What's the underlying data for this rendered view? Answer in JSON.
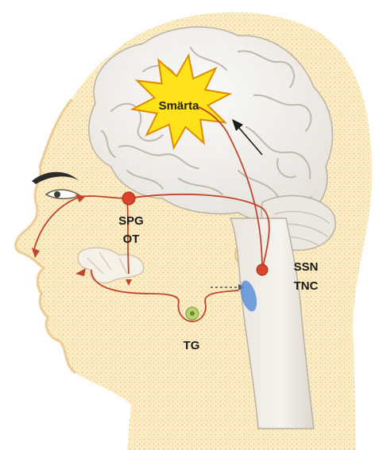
{
  "labels": {
    "pain": "Smärta",
    "spg": "SPG",
    "ot": "OT",
    "ssn": "SSN",
    "tnc": "TNC",
    "tg": "TG"
  },
  "colors": {
    "skin": "#fbecc4",
    "skin_dots": "#e8b96a",
    "brain": "#f2f0ec",
    "brain_lines": "#b9b3aa",
    "pain_star": "#ffe21a",
    "pain_star_edge": "#e08a00",
    "nerve": "#c0442b",
    "node": "#d9442c",
    "ganglion": "#9fbf4a",
    "nucleus": "#5b8fd8"
  }
}
